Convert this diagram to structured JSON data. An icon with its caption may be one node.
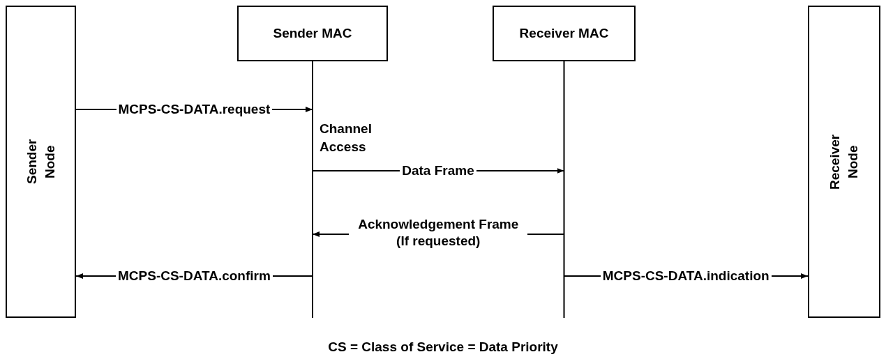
{
  "diagram": {
    "caption": "CS = Class of Service = Data Priority",
    "nodes": [
      {
        "text": [
          "Sender Node"
        ]
      },
      {
        "text": [
          "Sender MAC"
        ]
      },
      {
        "text": [
          "Receiver MAC"
        ]
      },
      {
        "text": [
          "Receiver Node"
        ]
      }
    ],
    "edges": [
      {
        "from": 0,
        "to": 1,
        "arrow": "to",
        "label": "MCPS-CS-DATA.request"
      },
      {
        "from": 1,
        "to": 2,
        "arrow": "to",
        "label": "Data Frame"
      },
      {
        "from": 2,
        "to": 1,
        "arrow": "to",
        "label": "Acknowledgement Frame (If requested)"
      },
      {
        "from": 1,
        "to": 0,
        "arrow": "to",
        "label": "MCPS-CS-DATA.confirm"
      },
      {
        "from": 2,
        "to": 3,
        "arrow": "to",
        "label": "MCPS-CS-DATA.indication"
      }
    ],
    "labels": [
      "Channel Access"
    ]
  }
}
